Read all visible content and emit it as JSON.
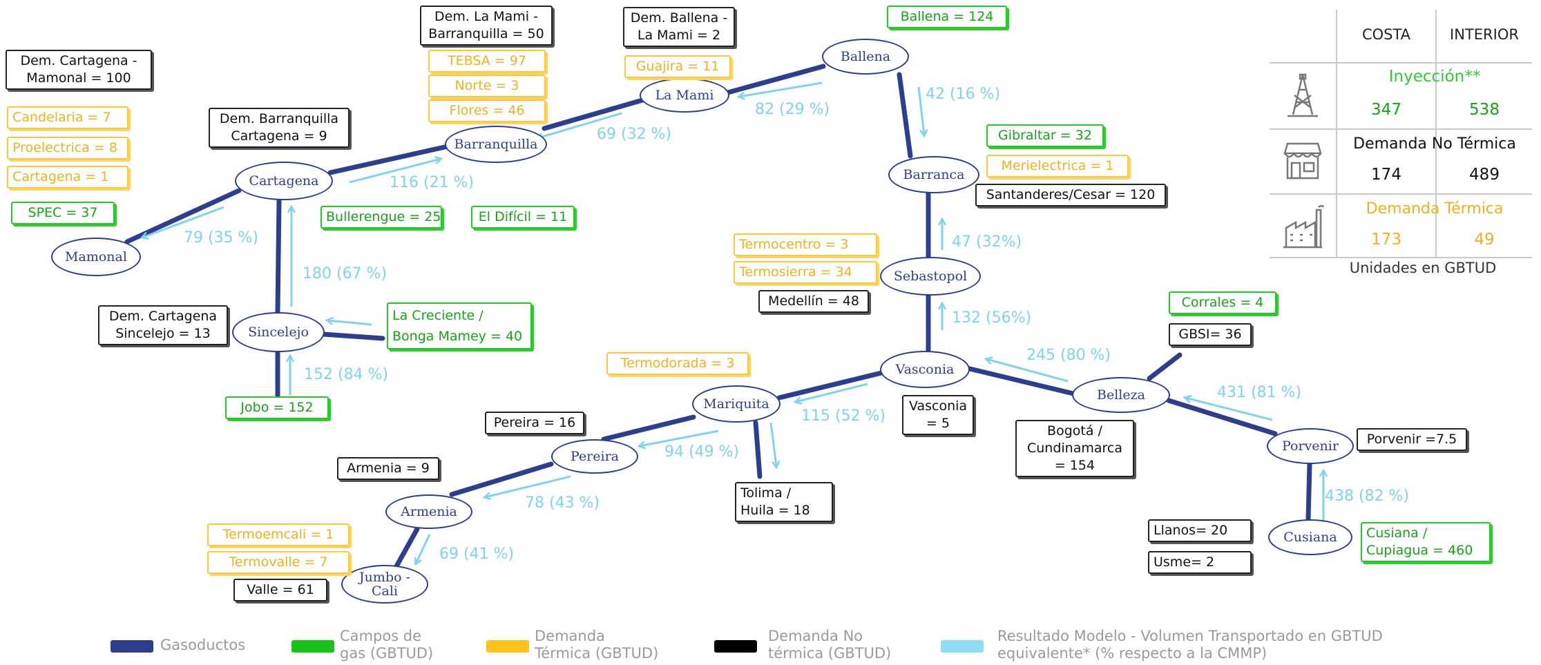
{
  "colors": {
    "pipeline": "#2c3f8f",
    "flow": "#7fd4ec",
    "gas_field": "#16a516",
    "thermal_demand": "#f0b21e",
    "non_thermal_demand": "#111111"
  },
  "nodes": {
    "cartagena": "Cartagena",
    "mamonal": "Mamonal",
    "sincelejo": "Sincelejo",
    "barranquilla": "Barranquilla",
    "la_mami": "La Mami",
    "ballena": "Ballena",
    "barranca": "Barranca",
    "sebastopol": "Sebastopol",
    "vasconia": "Vasconia",
    "mariquita": "Mariquita",
    "pereira": "Pereira",
    "armenia": "Armenia",
    "jumbo_cali": "Jumbo -\nCali",
    "belleza": "Belleza",
    "porvenir": "Porvenir",
    "cusiana": "Cusiana"
  },
  "flows": {
    "ballena_lamami": "82 (29 %)",
    "lamami_barranquilla": "69 (32 %)",
    "barranquilla_cartagena": "116 (21 %)",
    "cartagena_mamonal": "79 (35 %)",
    "sincelejo_cartagena": "180 (67 %)",
    "creciente_sincelejo": "",
    "jobo_sincelejo": "152 (84 %)",
    "ballena_barranca": "42 (16 %)",
    "sebastopol_barranca": "47 (32%)",
    "vasconia_sebastopol": "132 (56%)",
    "belleza_vasconia": "245 (80 %)",
    "vasconia_mariquita": "115 (52 %)",
    "mariquita_pereira": "94 (49 %)",
    "pereira_armenia": "78 (43 %)",
    "armenia_jumbo": "69 (41 %)",
    "porvenir_belleza": "431 (81 %)",
    "cusiana_porvenir": "438 (82 %)"
  },
  "labels": {
    "dem_cartagena_mamonal": "Dem. Cartagena -\nMamonal = 100",
    "candelaria": "Candelaria = 7",
    "proelectrica": "Proelectrica = 8",
    "cartagena_thermal": "Cartagena = 1",
    "spec": "SPEC = 37",
    "dem_barranquilla_cartagena": "Dem. Barranquilla\nCartagena = 9",
    "dem_lamami_barranquilla": "Dem. La Mami -\nBarranquilla = 50",
    "tebsa": "TEBSA = 97",
    "norte": "Norte = 3",
    "flores": "Flores = 46",
    "dem_ballena_lamami": "Dem. Ballena -\nLa Mami = 2",
    "guajira": "Guajira = 11",
    "ballena_field": "Ballena = 124",
    "bullerengue": "Bullerengue = 25",
    "el_dificil": "El Difícil = 11",
    "gibraltar": "Gibraltar = 32",
    "merielectrica": "Merielectrica = 1",
    "santanderes_cesar": "Santanderes/Cesar = 120",
    "termocentro": "Termocentro  = 3",
    "termosierra": "Termosierra = 34",
    "medellin": "Medellín = 48",
    "dem_cartagena_sincelejo": "Dem. Cartagena\nSincelejo = 13",
    "la_creciente": "La Creciente /\nBonga Mamey = 40",
    "jobo": "Jobo = 152",
    "termodorada": "Termodorada = 3",
    "pereira_demand": "Pereira = 16",
    "vasconia_demand": "Vasconia\n= 5",
    "corrales": "Corrales = 4",
    "gbsi": "GBSI= 36",
    "bogota": "Bogotá /\nCundinamarca\n= 154",
    "porvenir_demand": "Porvenir =7.5",
    "armenia_demand": "Armenia = 9",
    "tolima_huila": "Tolima /\nHuila = 18",
    "termoemcali": "Termoemcali = 1",
    "termovalle": "Termovalle = 7",
    "valle": "Valle = 61",
    "llanos": "Llanos= 20",
    "usme": "Usme= 2",
    "cusiana_cupiagua": "Cusiana /\nCupiagua = 460"
  },
  "summary": {
    "col_costa": "COSTA",
    "col_interior": "INTERIOR",
    "injection_label": "Inyección**",
    "injection_costa": "347",
    "injection_interior": "538",
    "non_thermal_label": "Demanda No Térmica",
    "non_thermal_costa": "174",
    "non_thermal_interior": "489",
    "thermal_label": "Demanda Térmica",
    "thermal_costa": "173",
    "thermal_interior": "49",
    "units": "Unidades en GBTUD",
    "icon_injection": "oil-derrick-icon",
    "icon_non_thermal": "store-icon",
    "icon_thermal": "factory-icon"
  },
  "legend": {
    "pipelines": "Gasoductos",
    "gas_fields": "Campos de\ngas (GBTUD)",
    "thermal": "Demanda\nTérmica (GBTUD)",
    "non_thermal": "Demanda No\ntérmica (GBTUD)",
    "model": "Resultado Modelo - Volumen Transportado en GBTUD\nequivalente*  (% respecto a la CMMP)"
  }
}
